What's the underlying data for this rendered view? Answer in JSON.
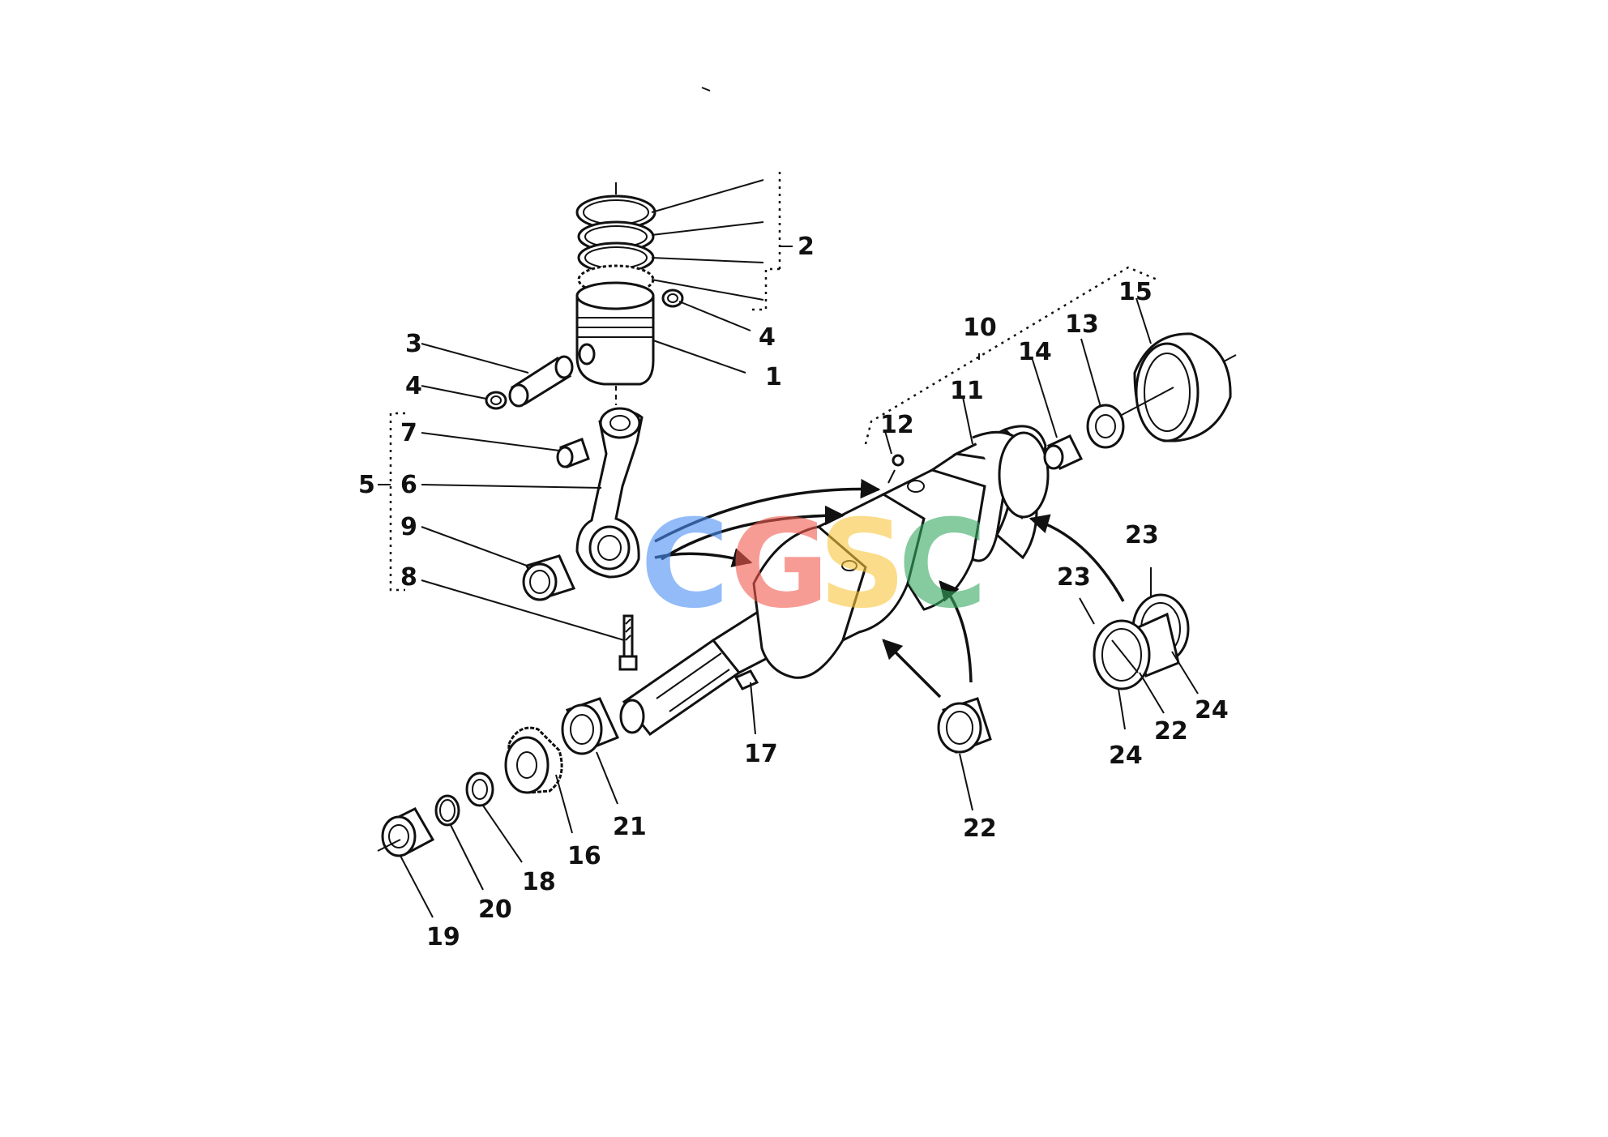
{
  "callouts": {
    "c1": "1",
    "c2": "2",
    "c3": "3",
    "c4a": "4",
    "c4b": "4",
    "c5": "5",
    "c6": "6",
    "c7": "7",
    "c8": "8",
    "c9": "9",
    "c10": "10",
    "c11": "11",
    "c12": "12",
    "c13": "13",
    "c14": "14",
    "c15": "15",
    "c16": "16",
    "c17": "17",
    "c18": "18",
    "c19": "19",
    "c20": "20",
    "c21": "21",
    "c22a": "22",
    "c22b": "22",
    "c23a": "23",
    "c23b": "23",
    "c24a": "24",
    "c24b": "24"
  },
  "watermark": {
    "letters": [
      "C",
      "G",
      "S",
      "C"
    ],
    "colors": [
      "#4a8ef5",
      "#f25b50",
      "#f9c63d",
      "#37a862"
    ]
  },
  "line_color": "#111111"
}
